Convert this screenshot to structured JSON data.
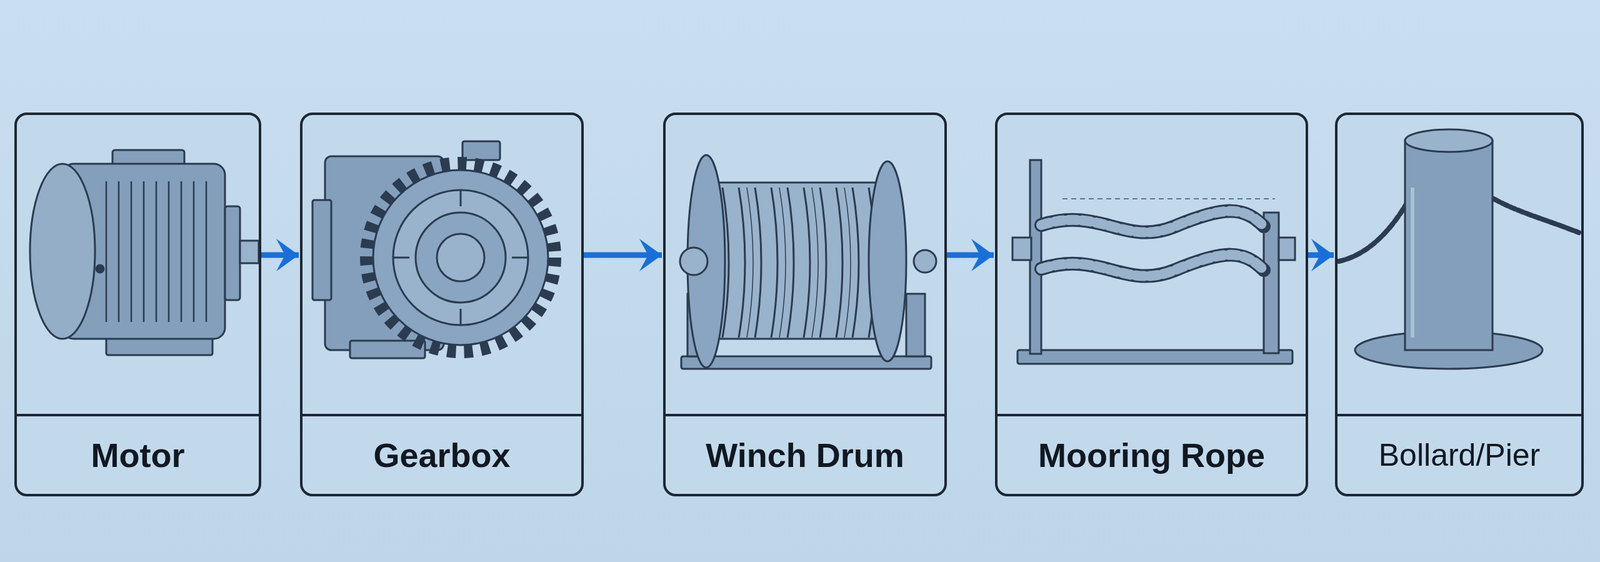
{
  "diagram": {
    "nodes": [
      {
        "text": [
          "Motor"
        ]
      },
      {
        "text": [
          "Gearbox"
        ]
      },
      {
        "text": [
          "Winch Drum"
        ]
      },
      {
        "text": [
          "Mooring Rope"
        ]
      },
      {
        "text": [
          "Bollard/Pier"
        ]
      }
    ],
    "edges": [
      {
        "from": 0,
        "to": 1,
        "arrow": "to"
      },
      {
        "from": 1,
        "to": 2,
        "arrow": "to"
      },
      {
        "from": 2,
        "to": 3,
        "arrow": "to"
      },
      {
        "from": 3,
        "to": 4,
        "arrow": "to"
      }
    ]
  }
}
